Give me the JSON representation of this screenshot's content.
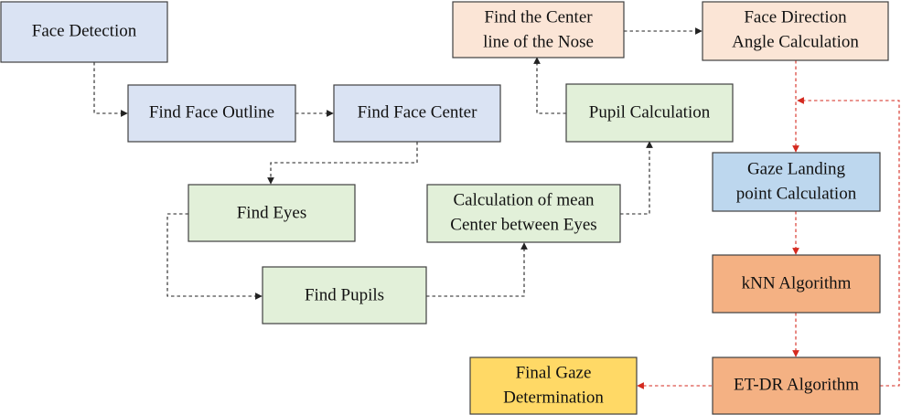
{
  "colors": {
    "blue_box": "#dae3f3",
    "green_box": "#e2f0d9",
    "peach_box": "#fbe5d6",
    "light_blue_box": "#bdd7ee",
    "orange_box": "#f4b183",
    "yellow_box": "#ffd966",
    "arrow_black": "#222222",
    "arrow_red": "#d42a1f"
  },
  "nodes": {
    "face_detection": {
      "label": "Face Detection"
    },
    "find_face_outline": {
      "label": "Find Face Outline"
    },
    "find_face_center": {
      "label": "Find Face Center"
    },
    "find_eyes": {
      "label": "Find Eyes"
    },
    "find_pupils": {
      "label": "Find Pupils"
    },
    "mean_center": {
      "line1": "Calculation of mean",
      "line2": "Center between Eyes"
    },
    "pupil_calculation": {
      "label": "Pupil Calculation"
    },
    "nose_center_line": {
      "line1": "Find the Center",
      "line2": "line of the Nose"
    },
    "face_direction": {
      "line1": "Face Direction",
      "line2": "Angle Calculation"
    },
    "gaze_landing": {
      "line1": "Gaze Landing",
      "line2": "point Calculation"
    },
    "knn": {
      "label": "kNN Algorithm"
    },
    "et_dr": {
      "label": "ET-DR Algorithm"
    },
    "final_gaze": {
      "line1": "Final Gaze",
      "line2": "Determination"
    }
  }
}
